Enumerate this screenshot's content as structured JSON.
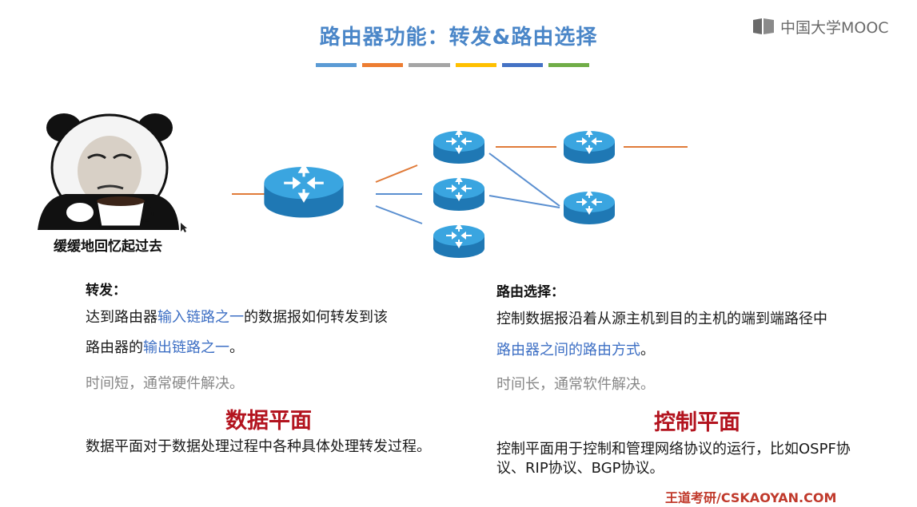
{
  "slide": {
    "title": "路由器功能：转发&路由选择",
    "underline_colors": [
      "#5b9bd5",
      "#ed7d31",
      "#a5a5a5",
      "#ffc000",
      "#4472c4",
      "#70ad47"
    ]
  },
  "logo": {
    "text": "中国大学MOOC",
    "icon": "book-icon"
  },
  "meme": {
    "caption": "缓缓地回忆起过去"
  },
  "diagram": {
    "router_icon": "router-icon",
    "link_colors": {
      "orange": "#e07b39",
      "blue": "#5a8fd0"
    }
  },
  "forwarding": {
    "heading": "转发：",
    "line1_pre": "达到路由器",
    "line1_hl": "输入链路之一",
    "line1_post": "的数据报如何转发到该",
    "line2_pre": "路由器的",
    "line2_hl": "输出链路之一",
    "line2_post": "。",
    "note": "时间短，通常硬件解决。",
    "plane_title": "数据平面",
    "plane_desc": "数据平面对于数据处理过程中各种具体处理转发过程。"
  },
  "routing": {
    "heading": "路由选择：",
    "line1": "控制数据报沿着从源主机到目的主机的端到端路径中",
    "line2_hl": "路由器之间的路由方式",
    "line2_post": "。",
    "note": "时间长，通常软件解决。",
    "plane_title": "控制平面",
    "plane_desc": "控制平面用于控制和管理网络协议的运行，比如OSPF协议、RIP协议、BGP协议。"
  },
  "footer": {
    "text": "王道考研/CSKAOYAN.COM"
  }
}
